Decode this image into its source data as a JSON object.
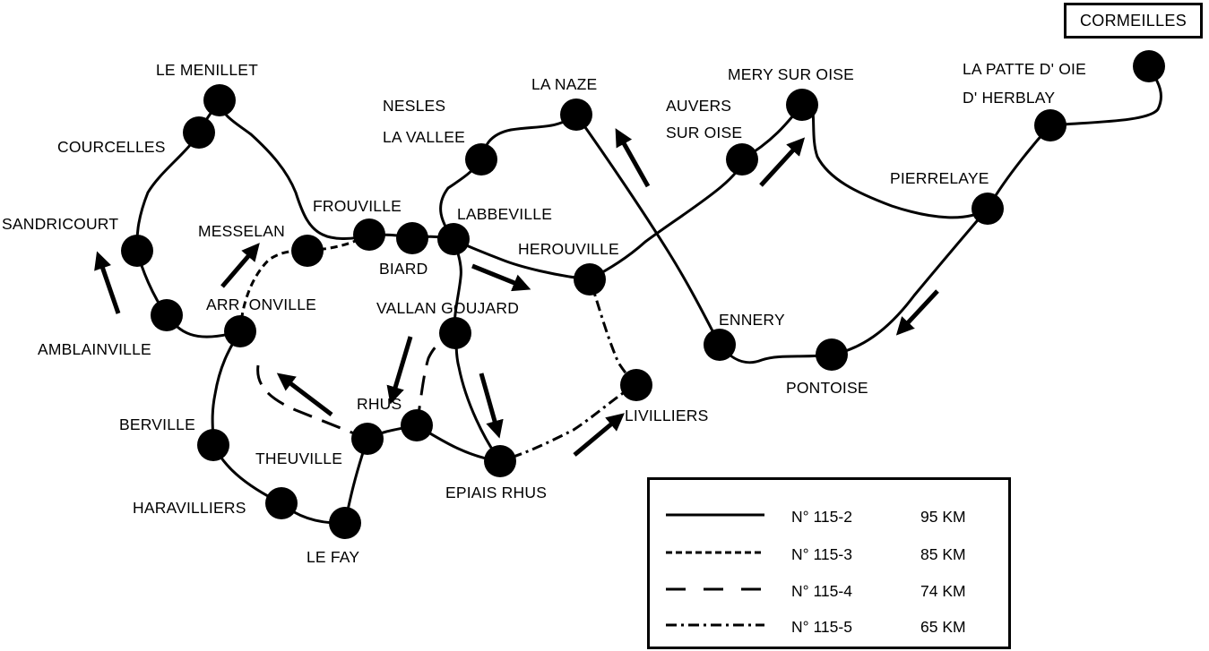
{
  "destination": "CORMEILLES",
  "towns": {
    "le_menillet": "LE MENILLET",
    "courcelles": "COURCELLES",
    "sandricourt": "SANDRICOURT",
    "amblainville": "AMBLAINVILLE",
    "messelan": "MESSELAN",
    "frouville": "FROUVILLE",
    "biard": "BIARD",
    "labbeville": "LABBEVILLE",
    "nesles_line1": "NESLES",
    "nesles_line2": "LA VALLEE",
    "la_naze": "LA NAZE",
    "auvers_line1": "AUVERS",
    "auvers_line2": "SUR OISE",
    "mery_sur_oise": "MERY SUR OISE",
    "patte_line1": "LA PATTE D' OIE",
    "patte_line2": "D' HERBLAY",
    "pierrelaye": "PIERRELAYE",
    "herouville": "HEROUVILLE",
    "arronville": "ARR  ONVILLE",
    "vallangoujard": "VALLAN GOUJARD",
    "ennery": "ENNERY",
    "pontoise": "PONTOISE",
    "rhus": "RHUS",
    "livilliers": "LIVILLIERS",
    "berville": "BERVILLE",
    "theuville": "THEUVILLE",
    "epiais_rhus": "EPIAIS RHUS",
    "haravilliers": "HARAVILLIERS",
    "le_fay": "LE FAY"
  },
  "legend": [
    {
      "name": "N° 115-2",
      "distance": "95 KM",
      "style": "solid"
    },
    {
      "name": "N° 115-3",
      "distance": "85 KM",
      "style": "short-dash"
    },
    {
      "name": "N° 115-4",
      "distance": "74 KM",
      "style": "long-dash"
    },
    {
      "name": "N° 115-5",
      "distance": "65 KM",
      "style": "dash-dot"
    }
  ],
  "colors": {
    "ink": "#000000",
    "background": "#ffffff"
  }
}
